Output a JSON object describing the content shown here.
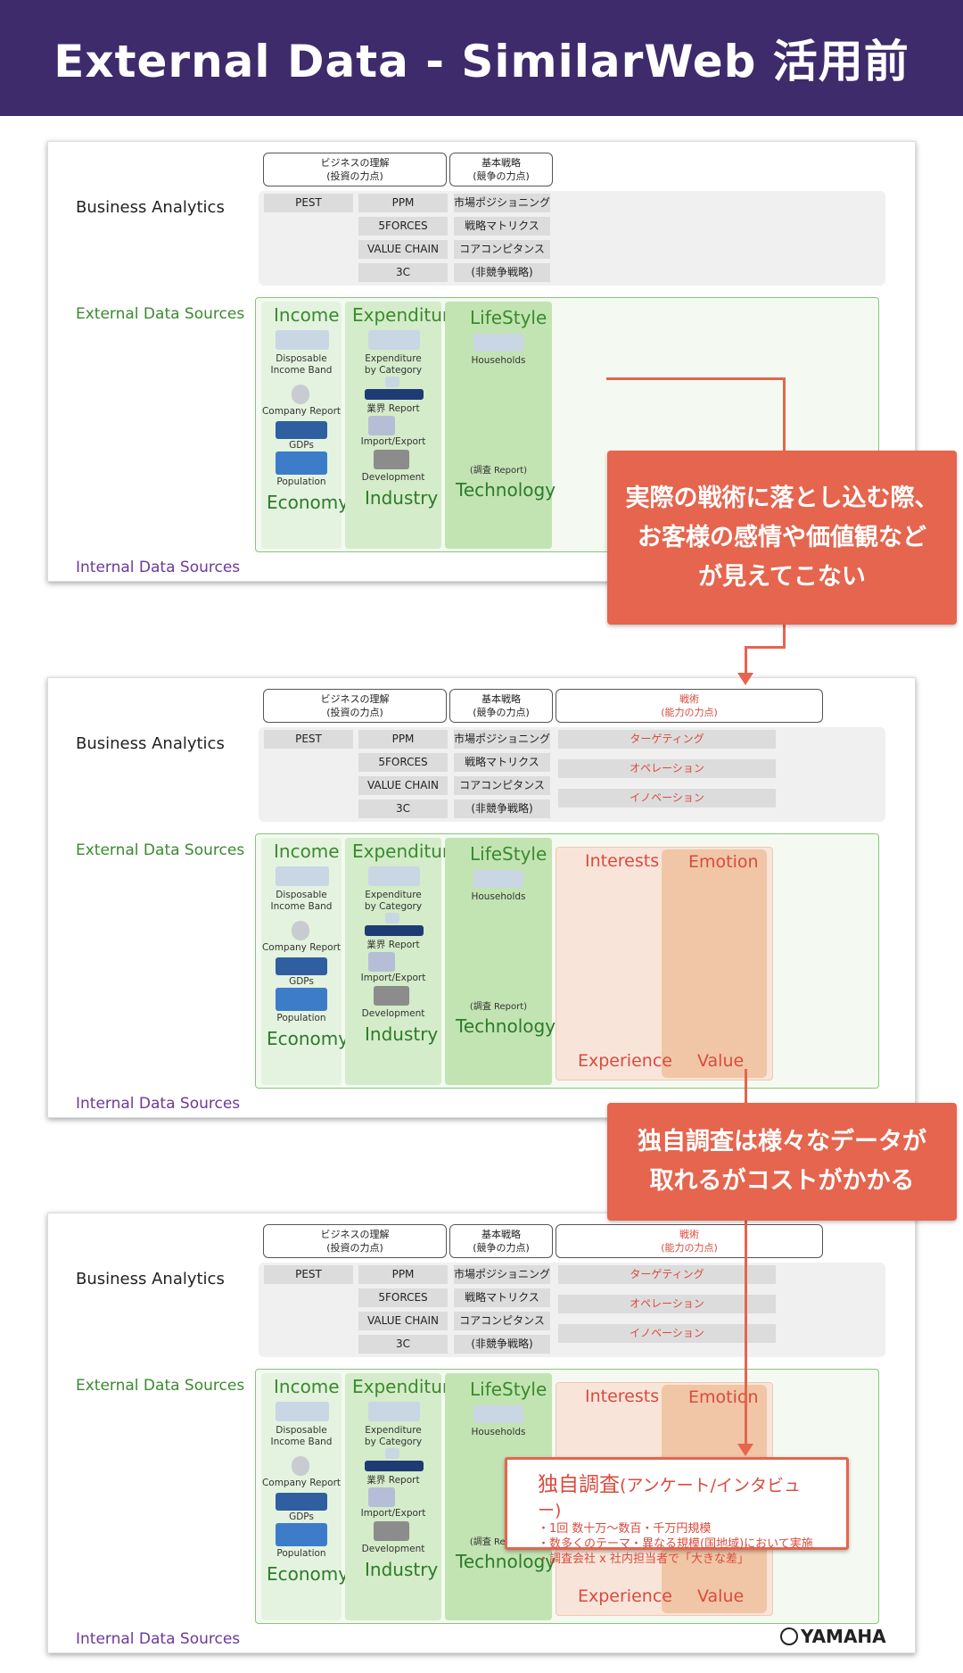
{
  "title": "External Data - SimilarWeb 活用前",
  "slide": {
    "business_analytics": "Business Analytics",
    "external_sources": "External Data Sources",
    "internal_sources": "Internal Data Sources",
    "headers": {
      "understanding": [
        "ビジネスの理解",
        "(投資の力点)"
      ],
      "strategy": [
        "基本戦略",
        "(競争の力点)"
      ],
      "tactics": [
        "戦術",
        "(能力の力点)"
      ]
    },
    "ba_cells": {
      "pest": "PEST",
      "ppm": "PPM",
      "fiveforces": "5FORCES",
      "value_chain": "VALUE CHAIN",
      "threec": "3C",
      "positioning": "市場ポジショニング",
      "matrix": "戦略マトリクス",
      "core_comp": "コアコンピタンス",
      "non_compete": "(非競争戦略)",
      "targeting": "ターゲティング",
      "operation": "オペレーション",
      "innovation": "イノベーション"
    },
    "columns": {
      "income": "Income",
      "economy": "Economy",
      "expenditure": "Expenditure",
      "industry": "Industry",
      "lifestyle": "LifeStyle",
      "technology": "Technology"
    },
    "items": {
      "disposable": [
        "Disposable",
        "Income Band"
      ],
      "company_report": "Company Report",
      "gdps": "GDPs",
      "population": "Population",
      "expenditure_cat": [
        "Expenditure",
        "by Category"
      ],
      "industry_report": "業界 Report",
      "import_export": "Import/Export",
      "development": "Development",
      "households": "Households",
      "survey_report": "(調査 Report)"
    },
    "quadrant": {
      "interests": "Interests",
      "emotion": "Emotion",
      "experience": "Experience",
      "value": "Value"
    }
  },
  "callouts": {
    "first": [
      "実際の戦術に落とし込む際、",
      "お客様の感情や価値観など",
      "が見えてこない"
    ],
    "second": [
      "独自調査は様々なデータが",
      "取れるがコストがかかる"
    ]
  },
  "survey": {
    "title": "独自調査",
    "title_sub": "(アンケート/インタビュー)",
    "bullets": [
      "・1回 数十万〜数百・千万円規模",
      "・数多くのテーマ・異なる規模(国地域)において実施",
      "・調査会社 x 社内担当者で「大きな差」"
    ]
  },
  "logo": "YAMAHA",
  "colors": {
    "header_bg": "#3d2b6b",
    "accent": "#e5654e",
    "green": "#3a8a2e",
    "purple": "#6a3a9a"
  }
}
